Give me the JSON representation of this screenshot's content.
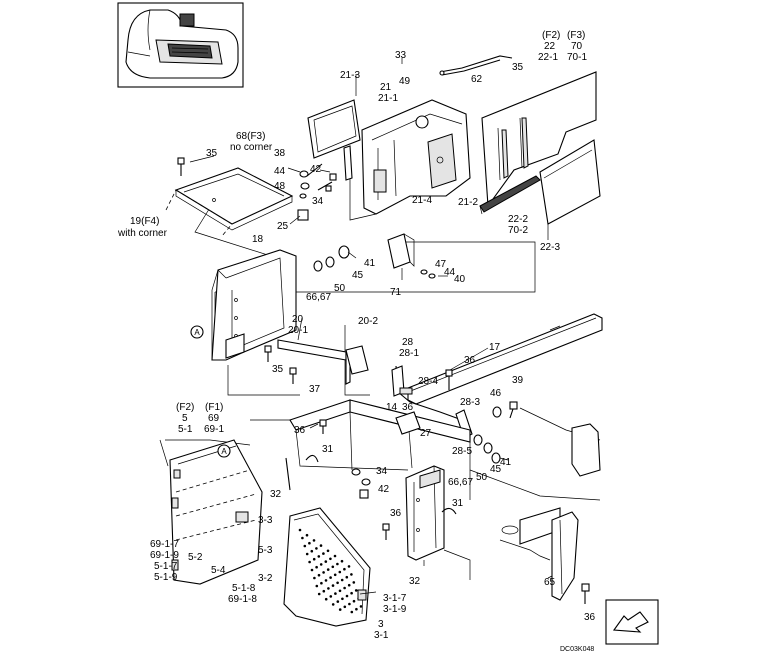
{
  "diagram_code": "DC03K048",
  "callout_marker": "A",
  "labels": [
    {
      "id": "l-21-3",
      "text": "21-3"
    },
    {
      "id": "l-33",
      "text": "33"
    },
    {
      "id": "l-49",
      "text": "49"
    },
    {
      "id": "l-62",
      "text": "62"
    },
    {
      "id": "l-35a",
      "text": "35"
    },
    {
      "id": "l-f2a",
      "text": "(F2)"
    },
    {
      "id": "l-22",
      "text": "22"
    },
    {
      "id": "l-22-1",
      "text": "22-1"
    },
    {
      "id": "l-f3a",
      "text": "(F3)"
    },
    {
      "id": "l-70",
      "text": "70"
    },
    {
      "id": "l-70-1",
      "text": "70-1"
    },
    {
      "id": "l-21",
      "text": "21"
    },
    {
      "id": "l-21-1",
      "text": "21-1"
    },
    {
      "id": "l-68",
      "text": "68(F3)"
    },
    {
      "id": "l-nocorner",
      "text": "no corner"
    },
    {
      "id": "l-35b",
      "text": "35"
    },
    {
      "id": "l-38",
      "text": "38"
    },
    {
      "id": "l-42a",
      "text": "42"
    },
    {
      "id": "l-44a",
      "text": "44"
    },
    {
      "id": "l-48",
      "text": "48"
    },
    {
      "id": "l-34a",
      "text": "34"
    },
    {
      "id": "l-25",
      "text": "25"
    },
    {
      "id": "l-21-4",
      "text": "21-4"
    },
    {
      "id": "l-21-2",
      "text": "21-2"
    },
    {
      "id": "l-22-2",
      "text": "22-2"
    },
    {
      "id": "l-70-2",
      "text": "70-2"
    },
    {
      "id": "l-22-3",
      "text": "22-3"
    },
    {
      "id": "l-19",
      "text": "19(F4)"
    },
    {
      "id": "l-withcorner",
      "text": "with corner"
    },
    {
      "id": "l-18",
      "text": "18"
    },
    {
      "id": "l-41a",
      "text": "41"
    },
    {
      "id": "l-45a",
      "text": "45"
    },
    {
      "id": "l-50a",
      "text": "50"
    },
    {
      "id": "l-6667a",
      "text": "66,67"
    },
    {
      "id": "l-47",
      "text": "47"
    },
    {
      "id": "l-44b",
      "text": "44"
    },
    {
      "id": "l-40",
      "text": "40"
    },
    {
      "id": "l-71",
      "text": "71"
    },
    {
      "id": "l-20",
      "text": "20"
    },
    {
      "id": "l-20-1",
      "text": "20-1"
    },
    {
      "id": "l-20-2",
      "text": "20-2"
    },
    {
      "id": "l-28",
      "text": "28"
    },
    {
      "id": "l-28-1",
      "text": "28-1"
    },
    {
      "id": "l-17",
      "text": "17"
    },
    {
      "id": "l-35c",
      "text": "35"
    },
    {
      "id": "l-37",
      "text": "37"
    },
    {
      "id": "l-36a",
      "text": "36"
    },
    {
      "id": "l-28-4",
      "text": "28-4"
    },
    {
      "id": "l-46",
      "text": "46"
    },
    {
      "id": "l-39",
      "text": "39"
    },
    {
      "id": "l-f2b",
      "text": "(F2)"
    },
    {
      "id": "l-5",
      "text": "5"
    },
    {
      "id": "l-5-1",
      "text": "5-1"
    },
    {
      "id": "l-f1",
      "text": "(F1)"
    },
    {
      "id": "l-69",
      "text": "69"
    },
    {
      "id": "l-69-1",
      "text": "69-1"
    },
    {
      "id": "l-14",
      "text": "14"
    },
    {
      "id": "l-36b",
      "text": "36"
    },
    {
      "id": "l-28-3",
      "text": "28-3"
    },
    {
      "id": "l-36c",
      "text": "36"
    },
    {
      "id": "l-27",
      "text": "27"
    },
    {
      "id": "l-31a",
      "text": "31"
    },
    {
      "id": "l-28-5",
      "text": "28-5"
    },
    {
      "id": "l-41b",
      "text": "41"
    },
    {
      "id": "l-45b",
      "text": "45"
    },
    {
      "id": "l-50b",
      "text": "50"
    },
    {
      "id": "l-6667b",
      "text": "66,67"
    },
    {
      "id": "l-34b",
      "text": "34"
    },
    {
      "id": "l-42b",
      "text": "42"
    },
    {
      "id": "l-32a",
      "text": "32"
    },
    {
      "id": "l-31b",
      "text": "31"
    },
    {
      "id": "l-36d",
      "text": "36"
    },
    {
      "id": "l-3-3",
      "text": "3-3"
    },
    {
      "id": "l-5-3",
      "text": "5-3"
    },
    {
      "id": "l-69-1-7",
      "text": "69-1-7"
    },
    {
      "id": "l-69-1-9",
      "text": "69-1-9"
    },
    {
      "id": "l-5-1-7",
      "text": "5-1-7"
    },
    {
      "id": "l-5-1-9",
      "text": "5-1-9"
    },
    {
      "id": "l-5-2",
      "text": "5-2"
    },
    {
      "id": "l-5-4",
      "text": "5-4"
    },
    {
      "id": "l-3-2",
      "text": "3-2"
    },
    {
      "id": "l-5-1-8",
      "text": "5-1-8"
    },
    {
      "id": "l-69-1-8",
      "text": "69-1-8"
    },
    {
      "id": "l-32b",
      "text": "32"
    },
    {
      "id": "l-65",
      "text": "65"
    },
    {
      "id": "l-3-1-7",
      "text": "3-1-7"
    },
    {
      "id": "l-3-1-9",
      "text": "3-1-9"
    },
    {
      "id": "l-3",
      "text": "3"
    },
    {
      "id": "l-3-1",
      "text": "3-1"
    },
    {
      "id": "l-36e",
      "text": "36"
    }
  ]
}
